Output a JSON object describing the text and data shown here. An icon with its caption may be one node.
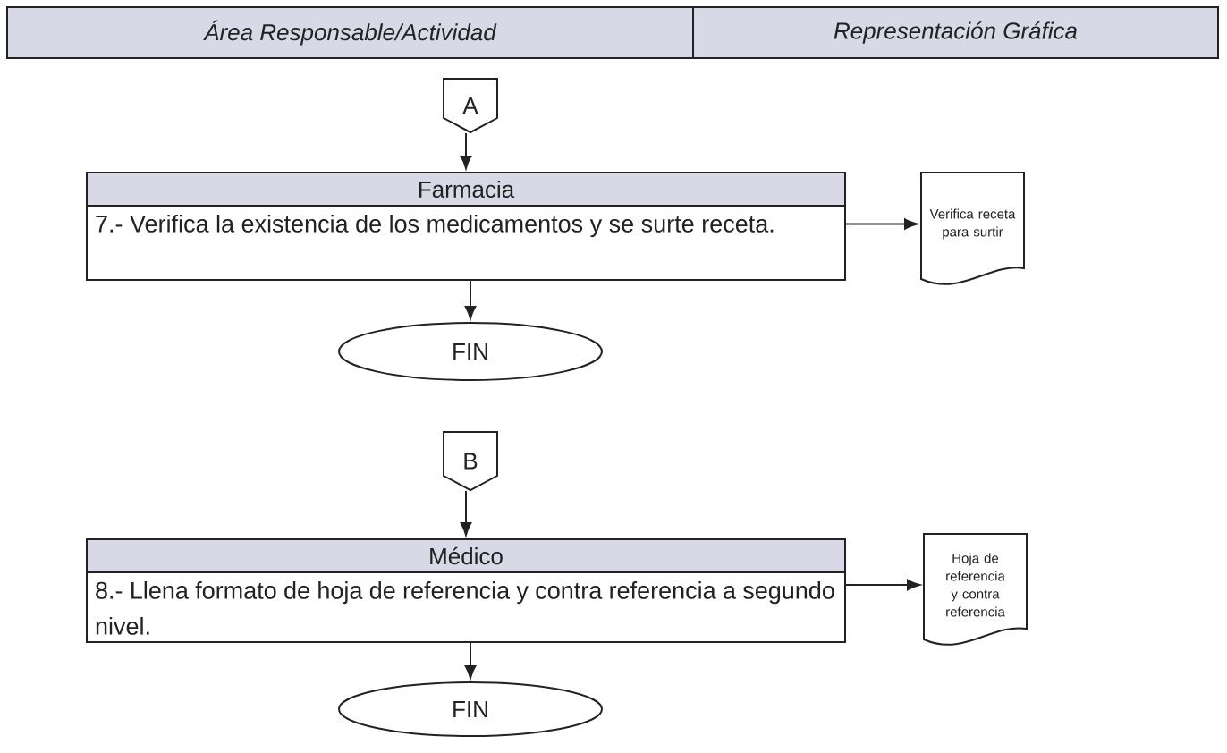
{
  "diagram": {
    "nodes": [
      {
        "text": [
          "Área Responsable/Actividad"
        ]
      },
      {
        "text": [
          "Representación Gráfica"
        ]
      },
      {
        "text": [
          "A"
        ]
      },
      {
        "text": [
          "Farmacia",
          "7.- Verifica la existencia de los medicamentos y se surte receta."
        ]
      },
      {
        "text": [
          "Verifica receta para surtir"
        ]
      },
      {
        "text": [
          "FIN"
        ]
      },
      {
        "text": [
          "B"
        ]
      },
      {
        "text": [
          "Médico",
          "8.- Llena formato de hoja de referencia y contra referencia a segundo nivel."
        ]
      },
      {
        "text": [
          "Hoja de referencia y contra referencia"
        ]
      },
      {
        "text": [
          "FIN"
        ]
      }
    ],
    "edges": [
      {
        "from": 2,
        "to": 3,
        "arrow": "to"
      },
      {
        "from": 3,
        "to": 4,
        "arrow": "to"
      },
      {
        "from": 3,
        "to": 5,
        "arrow": "to"
      },
      {
        "from": 6,
        "to": 7,
        "arrow": "to"
      },
      {
        "from": 7,
        "to": 8,
        "arrow": "to"
      },
      {
        "from": 7,
        "to": 9,
        "arrow": "to"
      }
    ]
  }
}
